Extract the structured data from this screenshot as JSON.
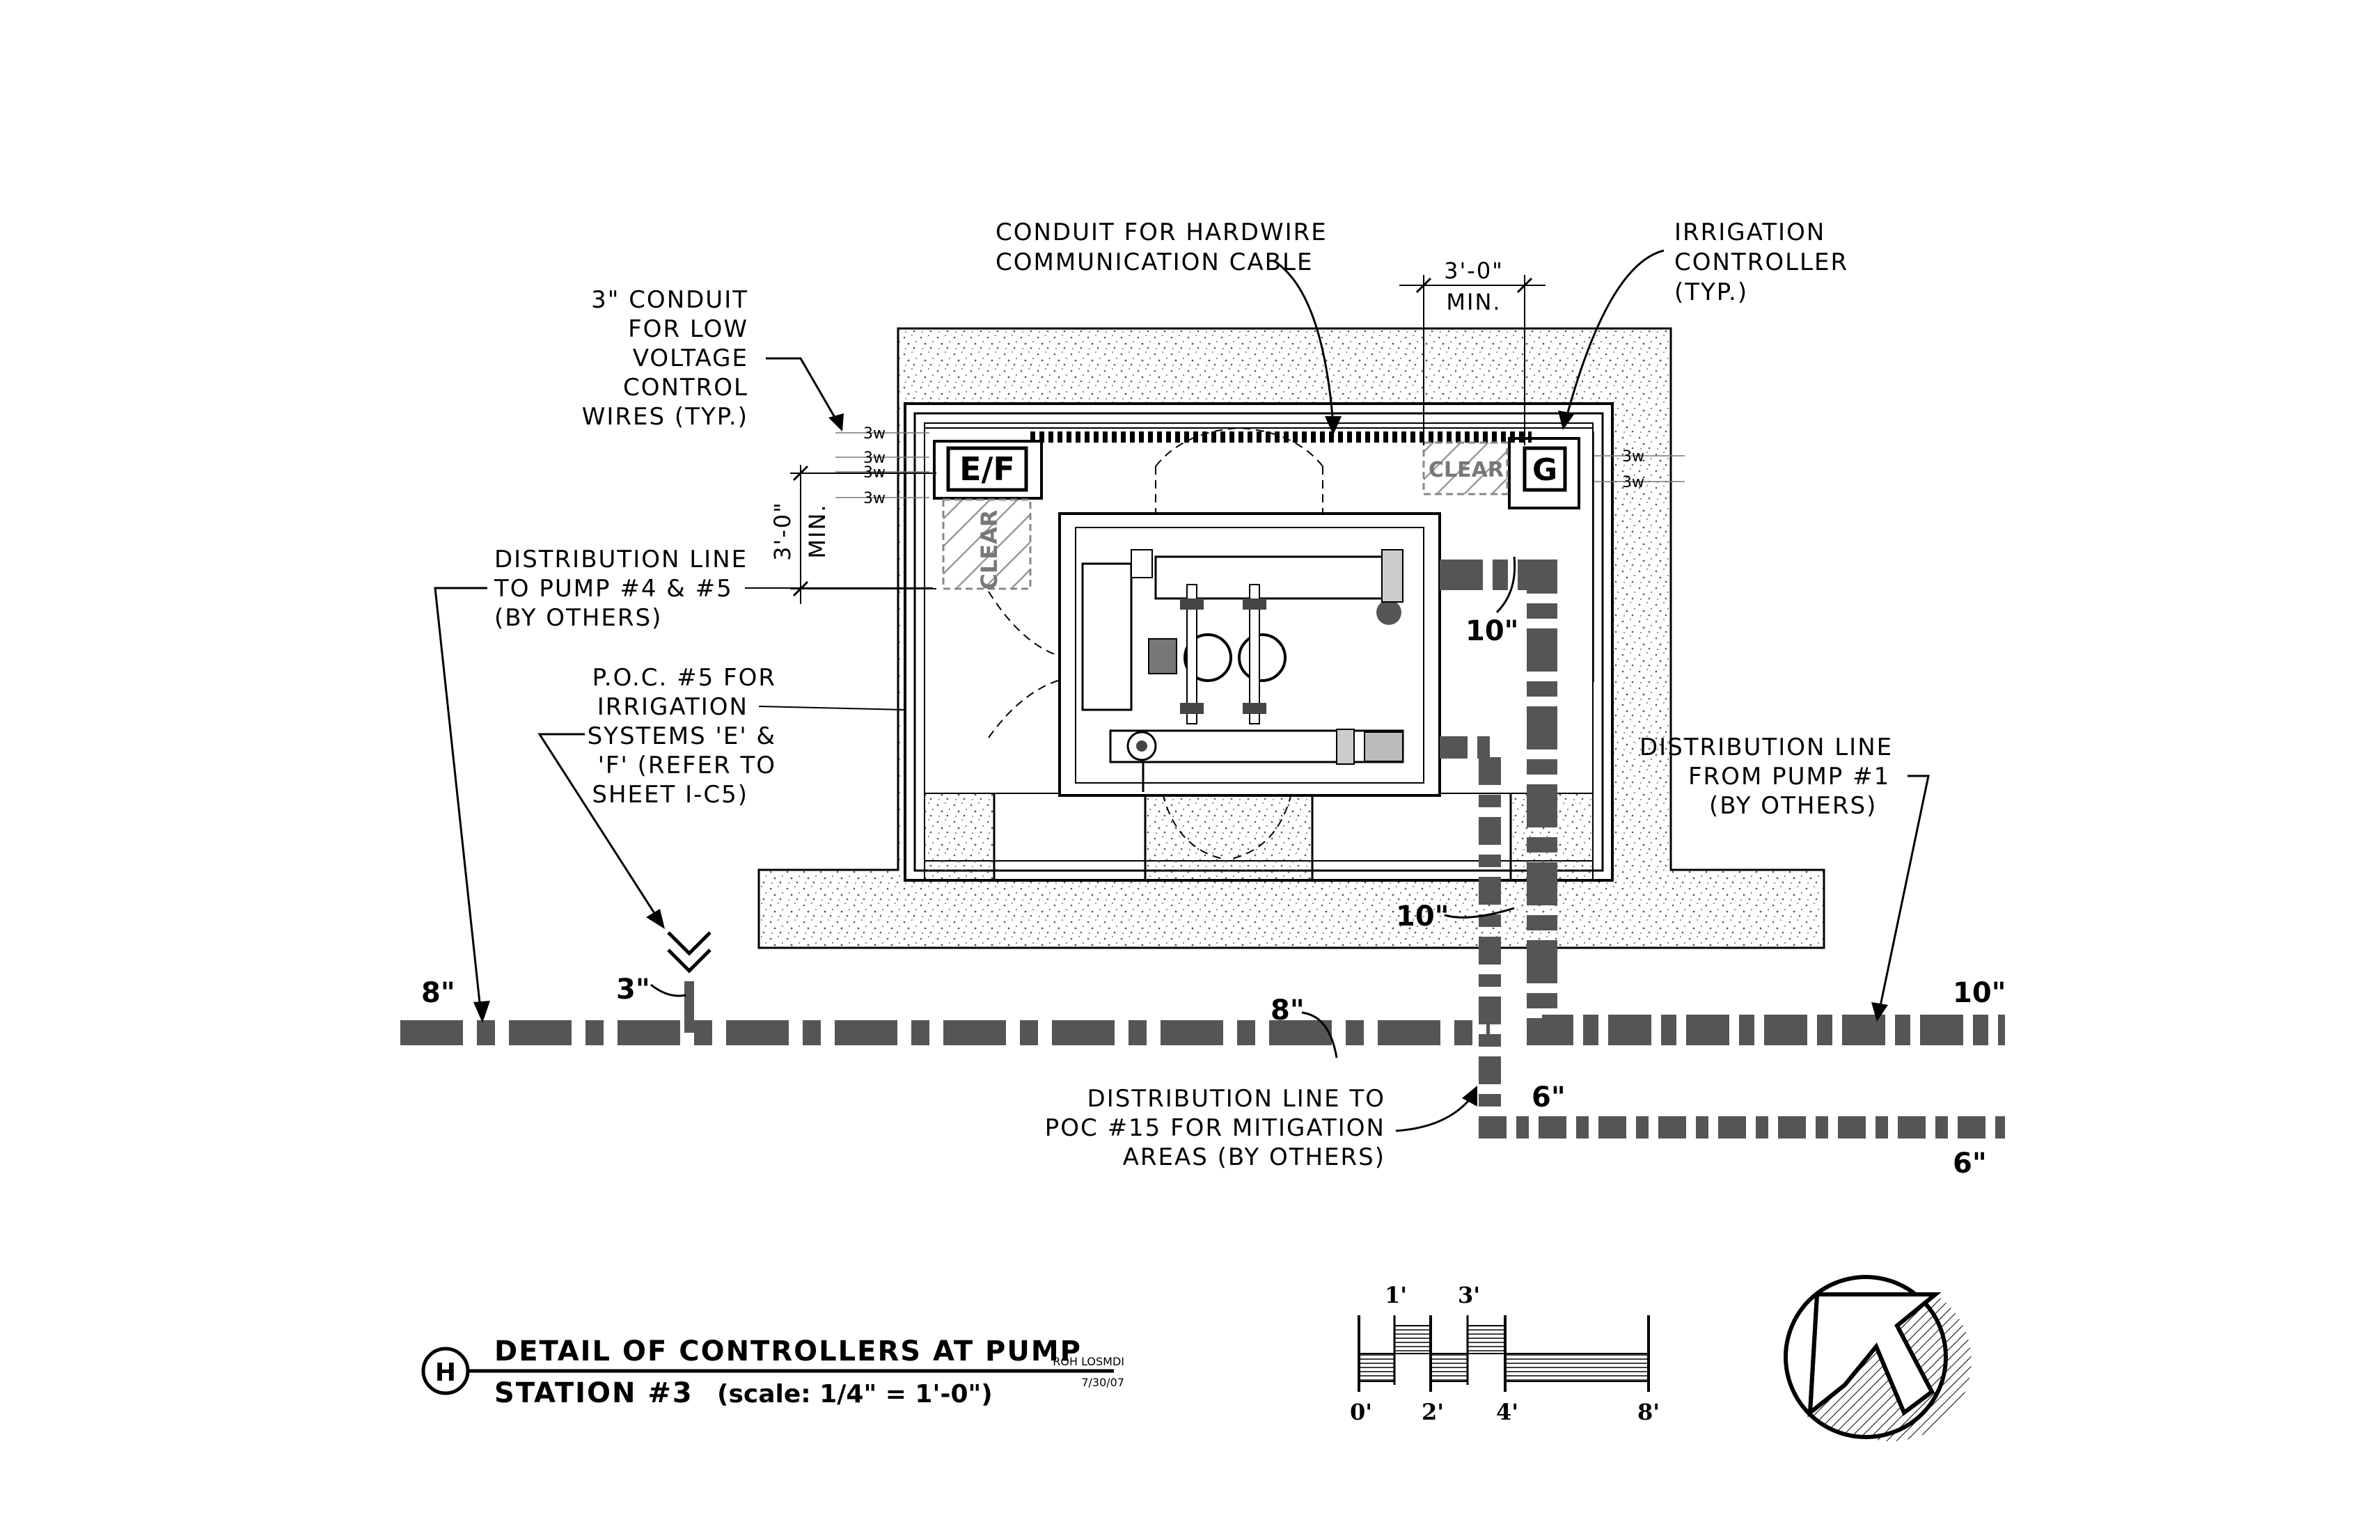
{
  "labels": {
    "conduit_hardwire": [
      "CONDUIT FOR HARDWIRE",
      "COMMUNICATION CABLE"
    ],
    "conduit_low_voltage": [
      "3\" CONDUIT",
      "FOR LOW",
      "VOLTAGE",
      "CONTROL",
      "WIRES (TYP.)"
    ],
    "irrigation_controller": [
      "IRRIGATION",
      "CONTROLLER",
      "(TYP.)"
    ],
    "dim_top_value": "3'-0\"",
    "dim_top_min": "MIN.",
    "dim_left_value": "3'-0\"",
    "dim_left_min": "MIN.",
    "dist_line_pump45": [
      "DISTRIBUTION LINE",
      "TO PUMP #4 & #5",
      "(BY OTHERS)"
    ],
    "poc5": [
      "P.O.C. #5 FOR",
      "IRRIGATION",
      "SYSTEMS 'E' &",
      "'F' (REFER TO",
      "SHEET I-C5)"
    ],
    "dist_line_pump1": [
      "DISTRIBUTION LINE",
      "FROM PUMP #1",
      "(BY OTHERS)"
    ],
    "dist_line_poc15": [
      "DISTRIBUTION LINE TO",
      "POC #15 FOR MITIGATION",
      "AREAS (BY OTHERS)"
    ],
    "controller_ef": "E/F",
    "controller_g": "G",
    "clear": "CLEAR",
    "wire_tag": "3w"
  },
  "pipe_sizes": {
    "left_main": "8\"",
    "poc_branch": "3\"",
    "center_main": "8\"",
    "right_main": "10\"",
    "bottom_right": "6\"",
    "branch_6": "6\"",
    "riser_upper": "10\"",
    "riser_lower": "10\""
  },
  "title_block": {
    "detail_id": "H",
    "title_line1": "DETAIL OF CONTROLLERS AT PUMP",
    "title_line2": "STATION #3",
    "scale": "(scale: 1/4\" = 1'-0\")",
    "author": "ROH LOSMDI",
    "date": "7/30/07"
  },
  "scale_bar": {
    "top_labels": [
      "1'",
      "3'"
    ],
    "bottom_labels": [
      "0'",
      "2'",
      "4'",
      "8'"
    ]
  },
  "north_arrow": {
    "icon": "north-arrow-icon"
  }
}
